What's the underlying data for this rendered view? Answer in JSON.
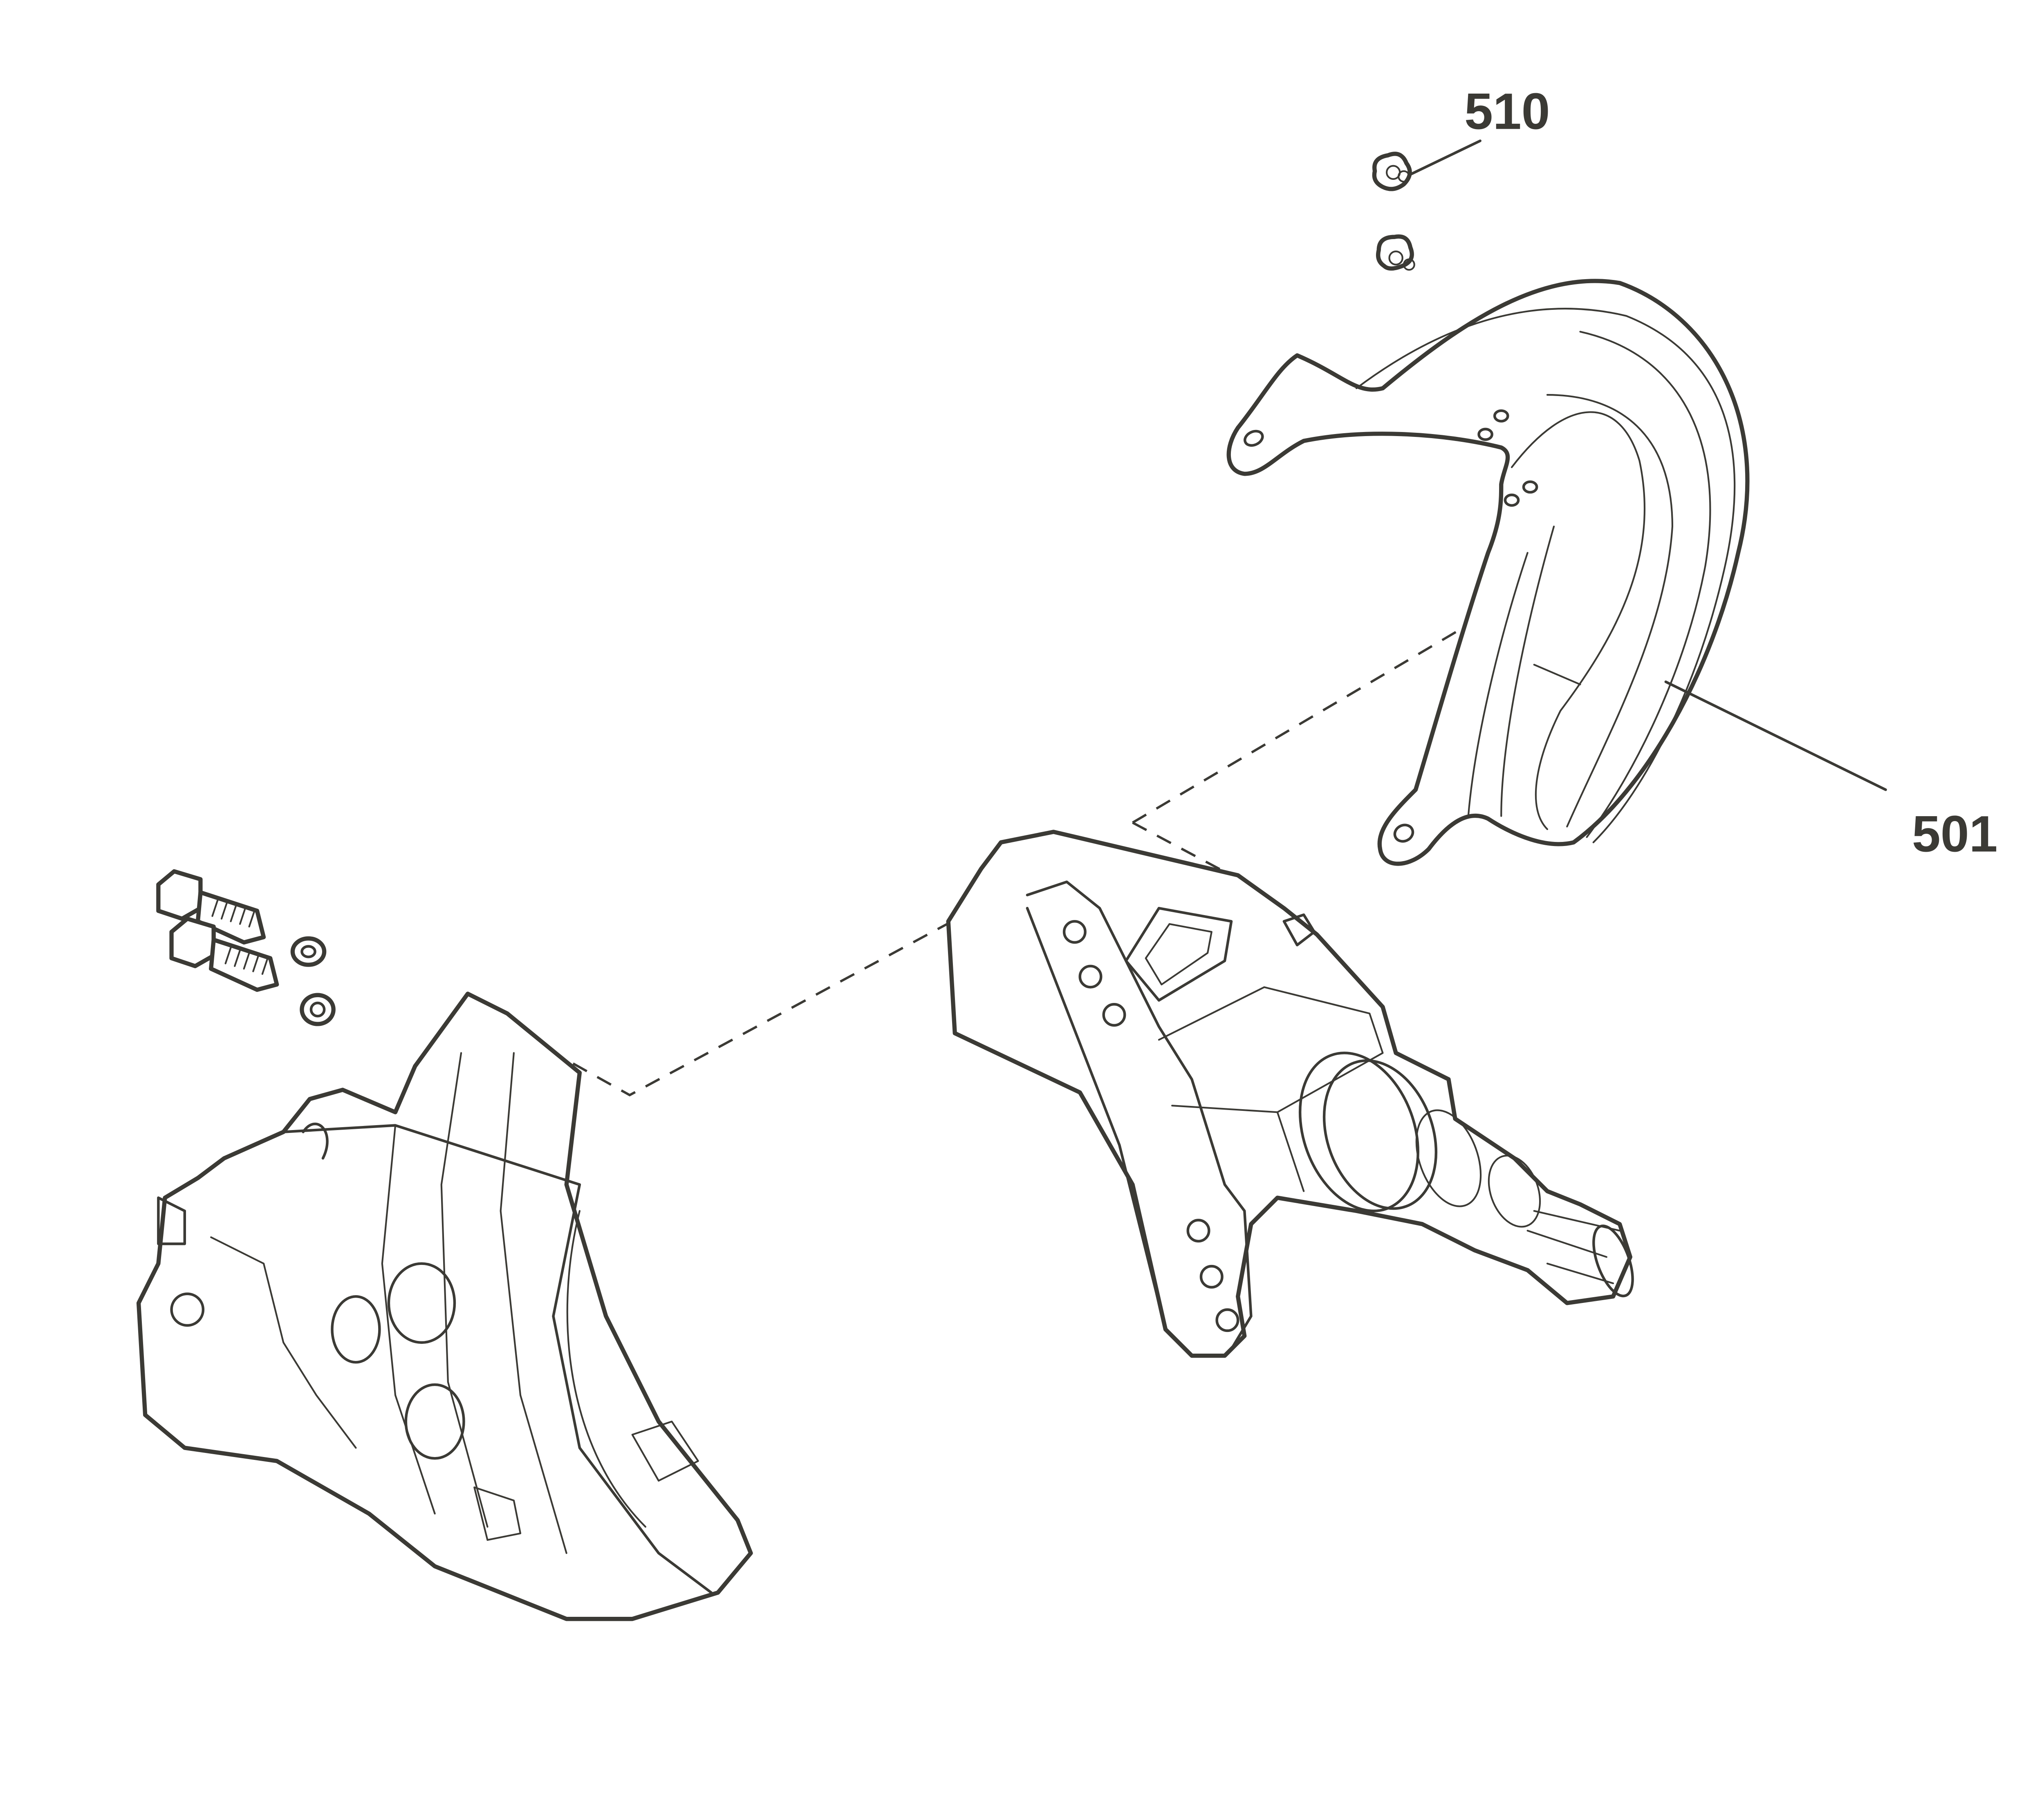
{
  "diagram": {
    "type": "exploded parts diagram",
    "callouts": [
      {
        "id": "510",
        "part": "flange-nut"
      },
      {
        "id": "501",
        "part": "brake-disc-shield"
      }
    ],
    "line_color": "#3b3a35",
    "background": "#ffffff"
  }
}
